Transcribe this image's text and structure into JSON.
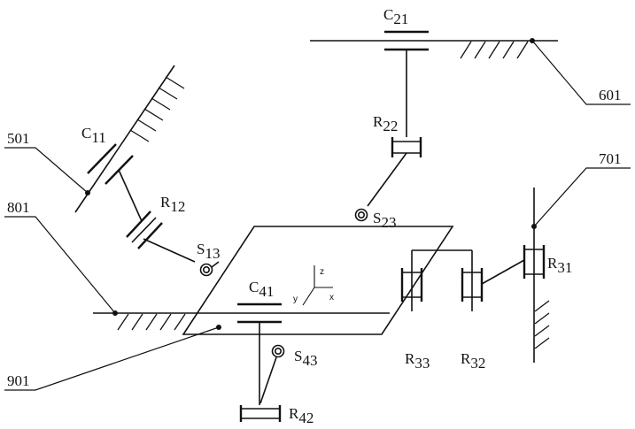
{
  "labels": {
    "c21": {
      "main": "C",
      "sub": "21"
    },
    "r22": {
      "main": "R",
      "sub": "22"
    },
    "s23": {
      "main": "S",
      "sub": "23"
    },
    "c11": {
      "main": "C",
      "sub": "11"
    },
    "r12": {
      "main": "R",
      "sub": "12"
    },
    "s13": {
      "main": "S",
      "sub": "13"
    },
    "r31": {
      "main": "R",
      "sub": "31"
    },
    "r32": {
      "main": "R",
      "sub": "32"
    },
    "r33": {
      "main": "R",
      "sub": "33"
    },
    "c41": {
      "main": "C",
      "sub": "41"
    },
    "s43": {
      "main": "S",
      "sub": "43"
    },
    "r42": {
      "main": "R",
      "sub": "42"
    }
  },
  "callouts": {
    "n501": "501",
    "n601": "601",
    "n701": "701",
    "n801": "801",
    "n901": "901"
  },
  "axes": {
    "x": "x",
    "y": "y",
    "z": "z"
  }
}
